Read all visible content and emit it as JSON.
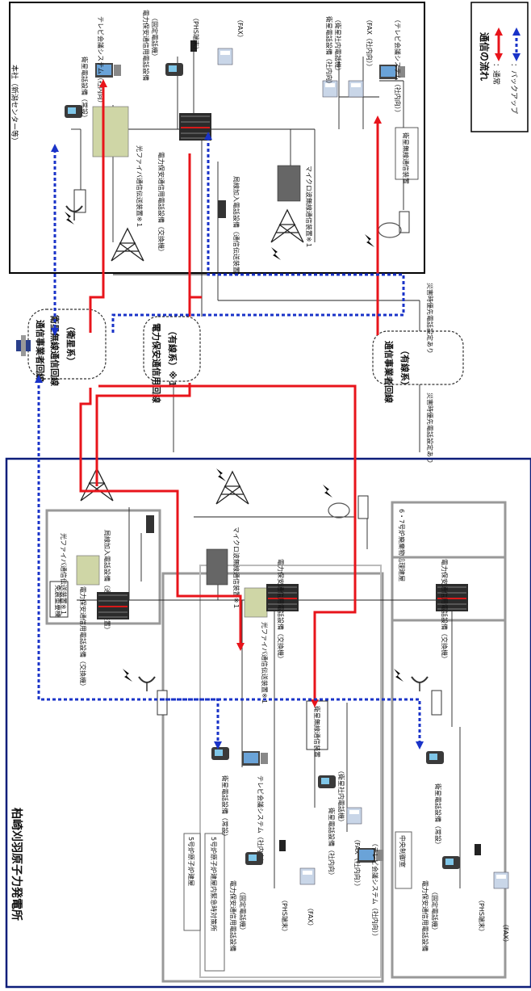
{
  "legend": {
    "title": "通信の流れ",
    "normal": "：通常",
    "backup": "：バックアップ"
  },
  "plant": {
    "title": "柏崎刈羽原子力発電所",
    "annex": "免震重要棟",
    "r5_building": "5号炉原子炉建屋",
    "r5_emergency": "5号炉原子炉建屋内緊急時対策所",
    "central": "中央制御室",
    "waste": "6・7号炉廃棄物処理建屋"
  },
  "hq": {
    "title": "本社（新潟センター等）"
  },
  "networks": {
    "sat_carrier": "通信事業者回線",
    "sat_carrier_sub": "（衛星系）",
    "sat_line": "衛星無線通信回線",
    "power_line": "電力保安通信用回線",
    "power_line_sub": "（有線系）※１",
    "carrier_line": "通信事業者回線",
    "carrier_line_sub": "（有線系）"
  },
  "notes": {
    "disaster_upper": "災害時優先電話設定あり",
    "disaster_lower": "災害時優先電話設定あり"
  },
  "devices": {
    "hq_sat_phone": "衛星電話設備（常設）",
    "hq_tv": "テレビ会議システム（社内向）",
    "hq_power_phone": "電力保安通信用電話設備",
    "hq_fixed_phone": "（固定電話機）",
    "hq_phs": "（PHS端末）",
    "hq_fax": "（FAX）",
    "hq_sat_in_phone": "衛星電話設備（社内向）",
    "hq_sat_in_phone_sub": "（衛星社内電話機）",
    "hq_fax_in": "（FAX（社内向））",
    "hq_tv_in": "（テレビ会議システム（社内向））",
    "hq_optical": "光ファイバ通信伝送装置※１",
    "hq_exchange": "電力保安通信用電話設備（交換機）",
    "hq_microwave": "マイクロ波無線通信装置※１",
    "hq_sat_radio": "衛星無線通信装置",
    "hq_local_line": "局線加入電話設備（通信伝送装置）",
    "pl_optical1": "光ファイバ通信伝送装置※１",
    "pl_local_line": "局線加入電話設備（通信伝送装置）",
    "pl_exchange1": "電力保安通信用電話設備（交換機）",
    "pl_microwave": "マイクロ波無線通信装置※１",
    "pl_optical2": "光ファイバ通信伝送装置※１",
    "pl_exchange2": "電力保安通信用電話設備（交換機）",
    "pl_exchange3": "電力保安通信用電話設備（交換機）",
    "pl_sat_radio": "衛星無線通信装置",
    "r5_sat_phone": "衛星電話設備（常設）",
    "r5_tv": "テレビ会議システム（社内向）",
    "r5_power_phone": "電力保安通信用電話設備",
    "r5_fixed": "（固定電話機）",
    "r5_phs": "（PHS端末）",
    "r5_fax": "（FAX）",
    "r5_sat_in_phone": "衛星電話設備（社内向）",
    "r5_sat_in_sub": "（衛星社内電話機）",
    "r5_fax_in": "（FAX（社内向））",
    "r5_tv_in": "（テレビ会議システム（社内向））",
    "cc_sat_phone": "衛星電話設備（常設）",
    "cc_power_phone": "電力保安通信用電話設備",
    "cc_fixed": "（固定電話機）",
    "cc_phs": "（PHS端末）",
    "cc_fax": "（FAX）"
  },
  "colors": {
    "normal": "#e8141b",
    "backup": "#1a33c8",
    "plant_border": "#0d1e7a",
    "rack": "#2b2b2b",
    "rack_red": "#d71a1a"
  }
}
